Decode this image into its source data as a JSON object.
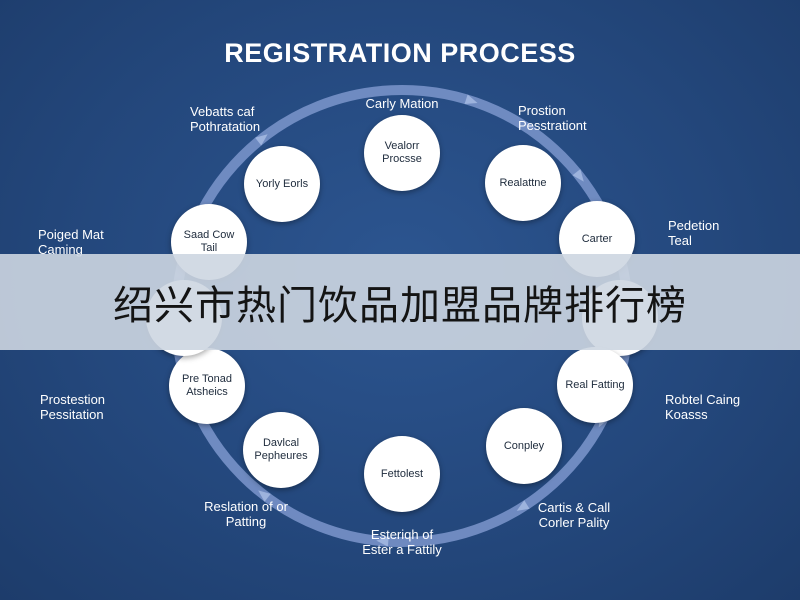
{
  "title": "REGISTRATION PROCESS",
  "banner_text": "绍兴市热门饮品加盟品牌排行榜",
  "nodes": [
    "Vealorr\nProcsse",
    "Realattne",
    "Carter",
    "",
    "Real\nFatting",
    "Conpley",
    "Fettolest",
    "Davlcal\nPepheures",
    "Pre Tonad\nAtsheics",
    "",
    "Saad Cow\nTail",
    "Yorly Eorls"
  ],
  "labels": [
    "Carly Mation",
    "Prostion\nPesstrationt",
    "Pedetion\nTeal",
    "Robtel Caing\nKoasss",
    "Cartis & Call\nCorler Pality",
    "Esteriqh of\nEster a Fattily",
    "Reslation of or\nPatting",
    "Prostestion\nPessitation",
    "Poiged Mat\nCaming",
    "Vebatts caf\nPothratation"
  ]
}
